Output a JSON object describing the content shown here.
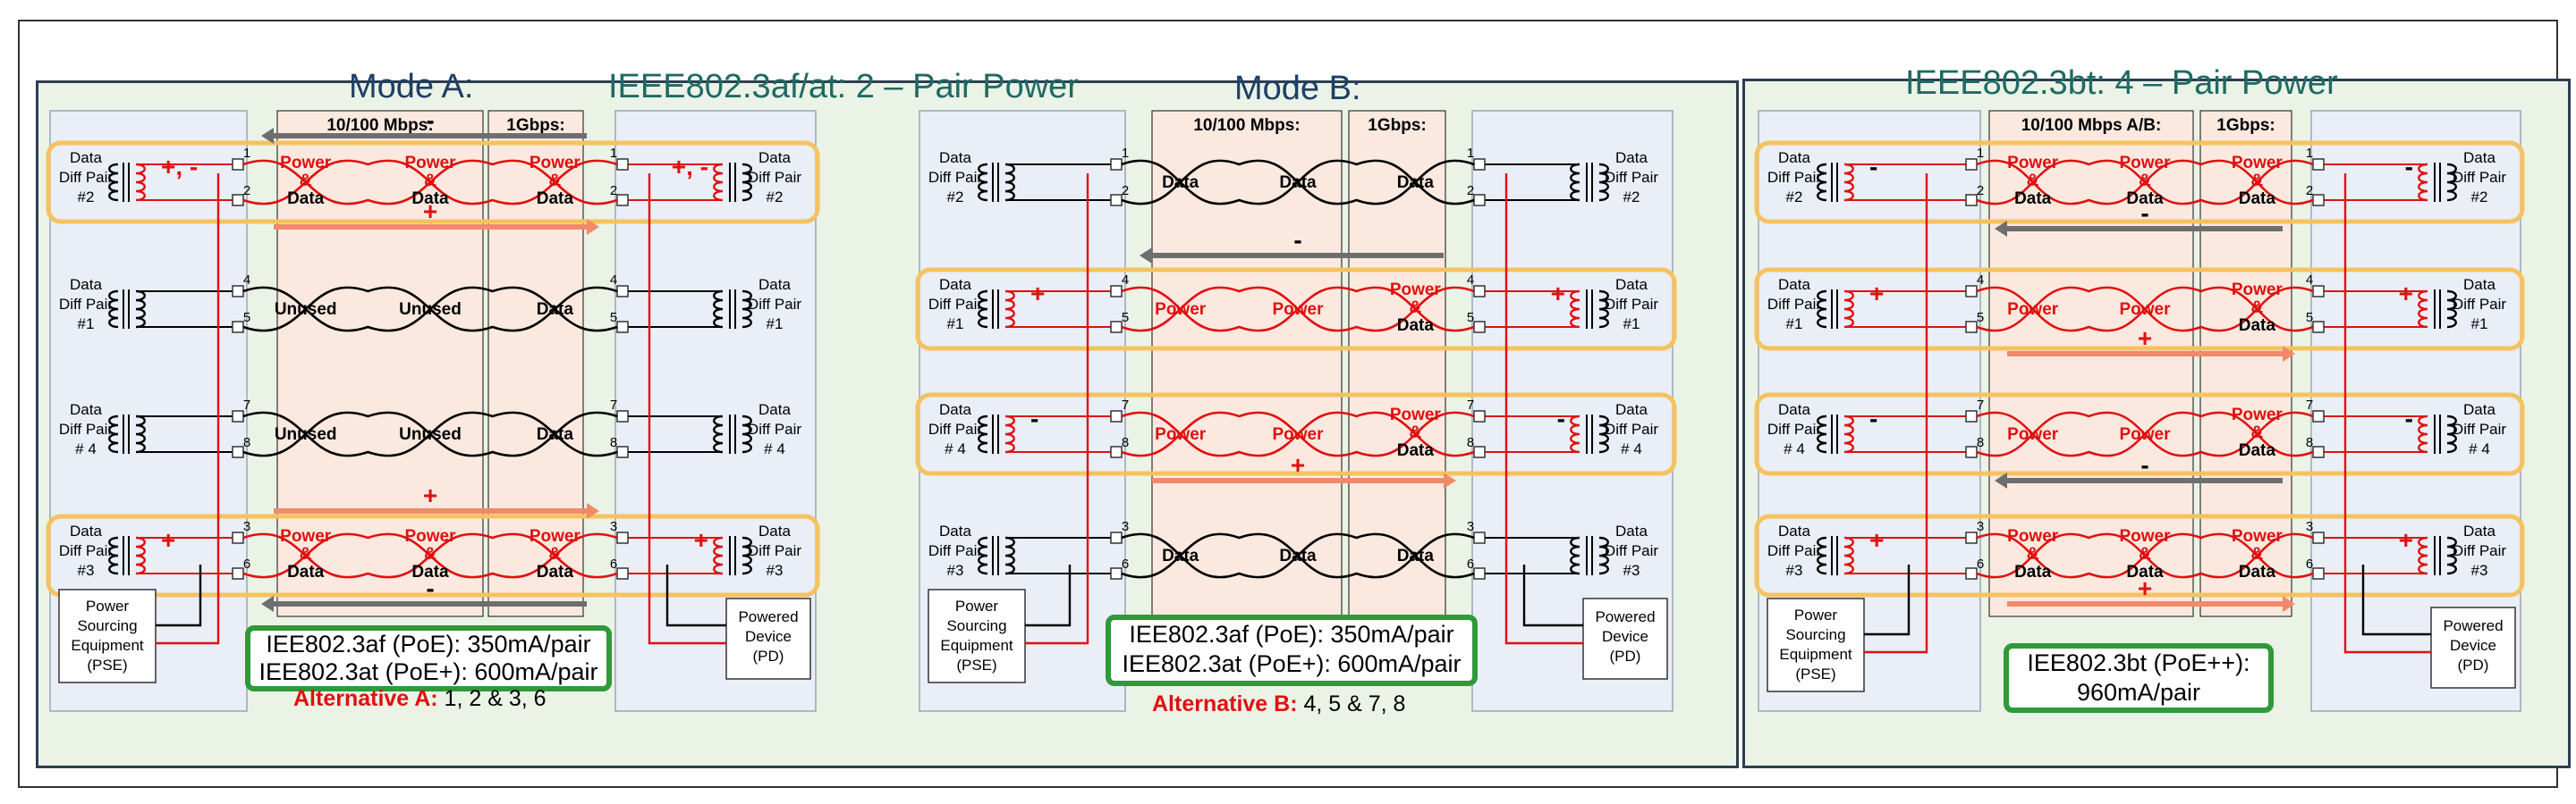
{
  "headers": {
    "mode_a": "Mode A:",
    "af_at_title": "IEEE802.3af/at: 2 – Pair Power",
    "mode_b": "Mode B:",
    "bt_title": "IEEE802.3bt: 4 – Pair Power"
  },
  "column_headers": {
    "fast": "10/100 Mbps:",
    "gig": "1Gbps:",
    "fast_ab": "10/100 Mbps A/B:"
  },
  "labels": {
    "data": "Data",
    "diff_pair": "Diff Pair",
    "pair_2": "#2",
    "pair_1": "#1",
    "pair_4": "# 4",
    "pair_3": "#3",
    "power": "Power",
    "amp": "&",
    "unused": "Unused",
    "pse_1": "Power",
    "pse_2": "Sourcing",
    "pse_3": "Equipment",
    "pse_4": "(PSE)",
    "pd_1": "Powered",
    "pd_2": "Device",
    "pd_3": "(PD)",
    "plus": "+",
    "minus": "-",
    "plus_comma_minus": "+, -"
  },
  "boxes": {
    "af_line": "IEE802.3af (PoE): 350mA/pair",
    "at_line": "IEE802.3at (PoE+): 600mA/pair",
    "af_line_b": "IEE802.3af (PoE): 350mA/pair",
    "at_line_b": "IEE802.3at (PoE+): 600mA/pair",
    "bt_line1": "IEE802.3bt (PoE++):",
    "bt_line2": "960mA/pair"
  },
  "alternatives": {
    "a_label": "Alternative A:",
    "a_pins": " 1, 2 & 3, 6",
    "b_label": "Alternative B:",
    "b_pins": " 4, 5 & 7, 8"
  },
  "pins": [
    "1",
    "2",
    "4",
    "5",
    "7",
    "8",
    "3",
    "6"
  ],
  "colors": {
    "panel_bg": "#eaf3e6",
    "power_red": "#e01010",
    "highlight_orange": "#f6c260",
    "box_green": "#2e9a3a",
    "title_green": "#1f6a64",
    "title_blue": "#1f3f66"
  }
}
